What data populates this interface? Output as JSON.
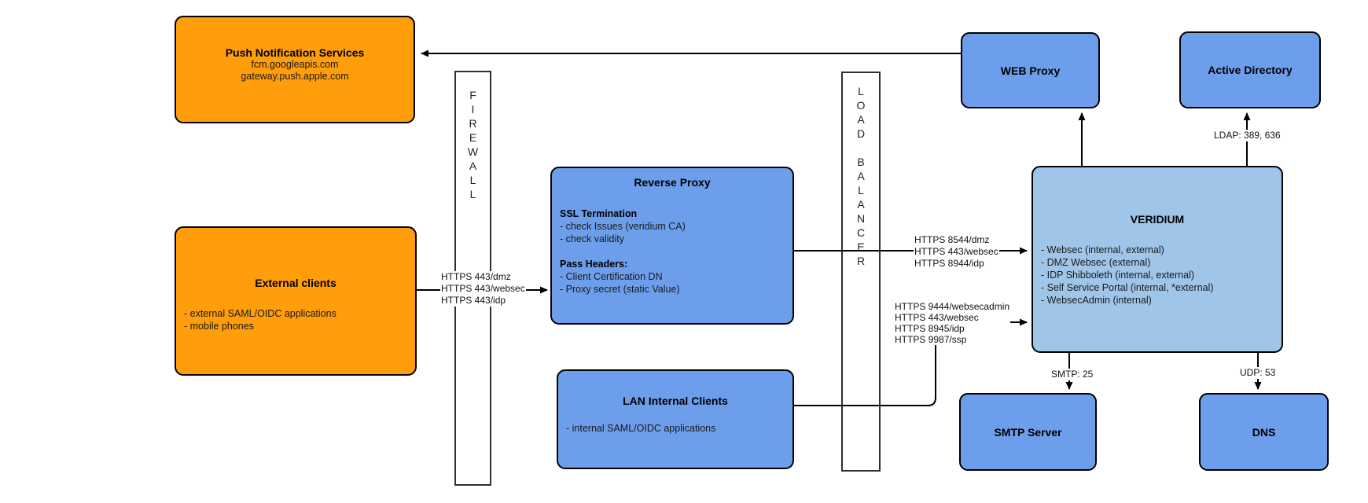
{
  "diagram": {
    "colors": {
      "node_orange": "#FF9D0A",
      "node_blue": "#6D9EEB",
      "node_lightblue": "#9FC5E8",
      "border": "#000000",
      "line": "#000000"
    },
    "nodes": {
      "push": {
        "title": "Push Notification Services",
        "lines": [
          "fcm.googleapis.com",
          "gateway.push.apple.com"
        ]
      },
      "external_clients": {
        "title": "External clients",
        "items": [
          "- external SAML/OIDC applications",
          "- mobile phones"
        ]
      },
      "firewall": {
        "label": "FIREWALL",
        "letters": [
          "F",
          "I",
          "R",
          "E",
          "W",
          "A",
          "L",
          "L"
        ]
      },
      "reverse_proxy": {
        "title": "Reverse Proxy",
        "sections": [
          {
            "heading": "SSL Termination",
            "items": [
              "- check Issues (veridium CA)",
              "- check validity"
            ]
          },
          {
            "heading": "Pass Headers:",
            "items": [
              "- Client Certification DN",
              "- Proxy secret (static Value)"
            ]
          }
        ]
      },
      "lan_clients": {
        "title": "LAN Internal Clients",
        "items": [
          "- internal SAML/OIDC applications"
        ]
      },
      "load_balancer": {
        "label": "LOAD BALANCER",
        "letters": [
          "L",
          "O",
          "A",
          "D",
          "",
          "B",
          "A",
          "L",
          "A",
          "N",
          "C",
          "E",
          "R"
        ]
      },
      "web_proxy": {
        "title": "WEB Proxy"
      },
      "active_directory": {
        "title": "Active Directory"
      },
      "veridium": {
        "title": "VERIDIUM",
        "items": [
          "- Websec (internal, external)",
          "- DMZ Websec (external)",
          "- IDP Shibboleth (internal, external)",
          "- Self Service Portal (internal, *external)",
          "- WebsecAdmin (internal)"
        ]
      },
      "smtp": {
        "title": "SMTP Server"
      },
      "dns": {
        "title": "DNS"
      }
    },
    "edge_labels": {
      "external_to_proxy": [
        "HTTPS 443/dmz",
        "HTTPS 443/websec",
        "HTTPS 443/idp"
      ],
      "proxy_to_veridium": [
        "HTTPS 8544/dmz",
        "HTTPS 443/websec",
        "HTTPS 8944/idp"
      ],
      "lan_to_veridium": [
        "HTTPS 9444/websecadmin",
        "HTTPS 443/websec",
        "HTTPS 8945/idp",
        "HTTPS 9987/ssp"
      ],
      "ldap": "LDAP: 389, 636",
      "smtp": "SMTP: 25",
      "udp": "UDP: 53"
    }
  }
}
